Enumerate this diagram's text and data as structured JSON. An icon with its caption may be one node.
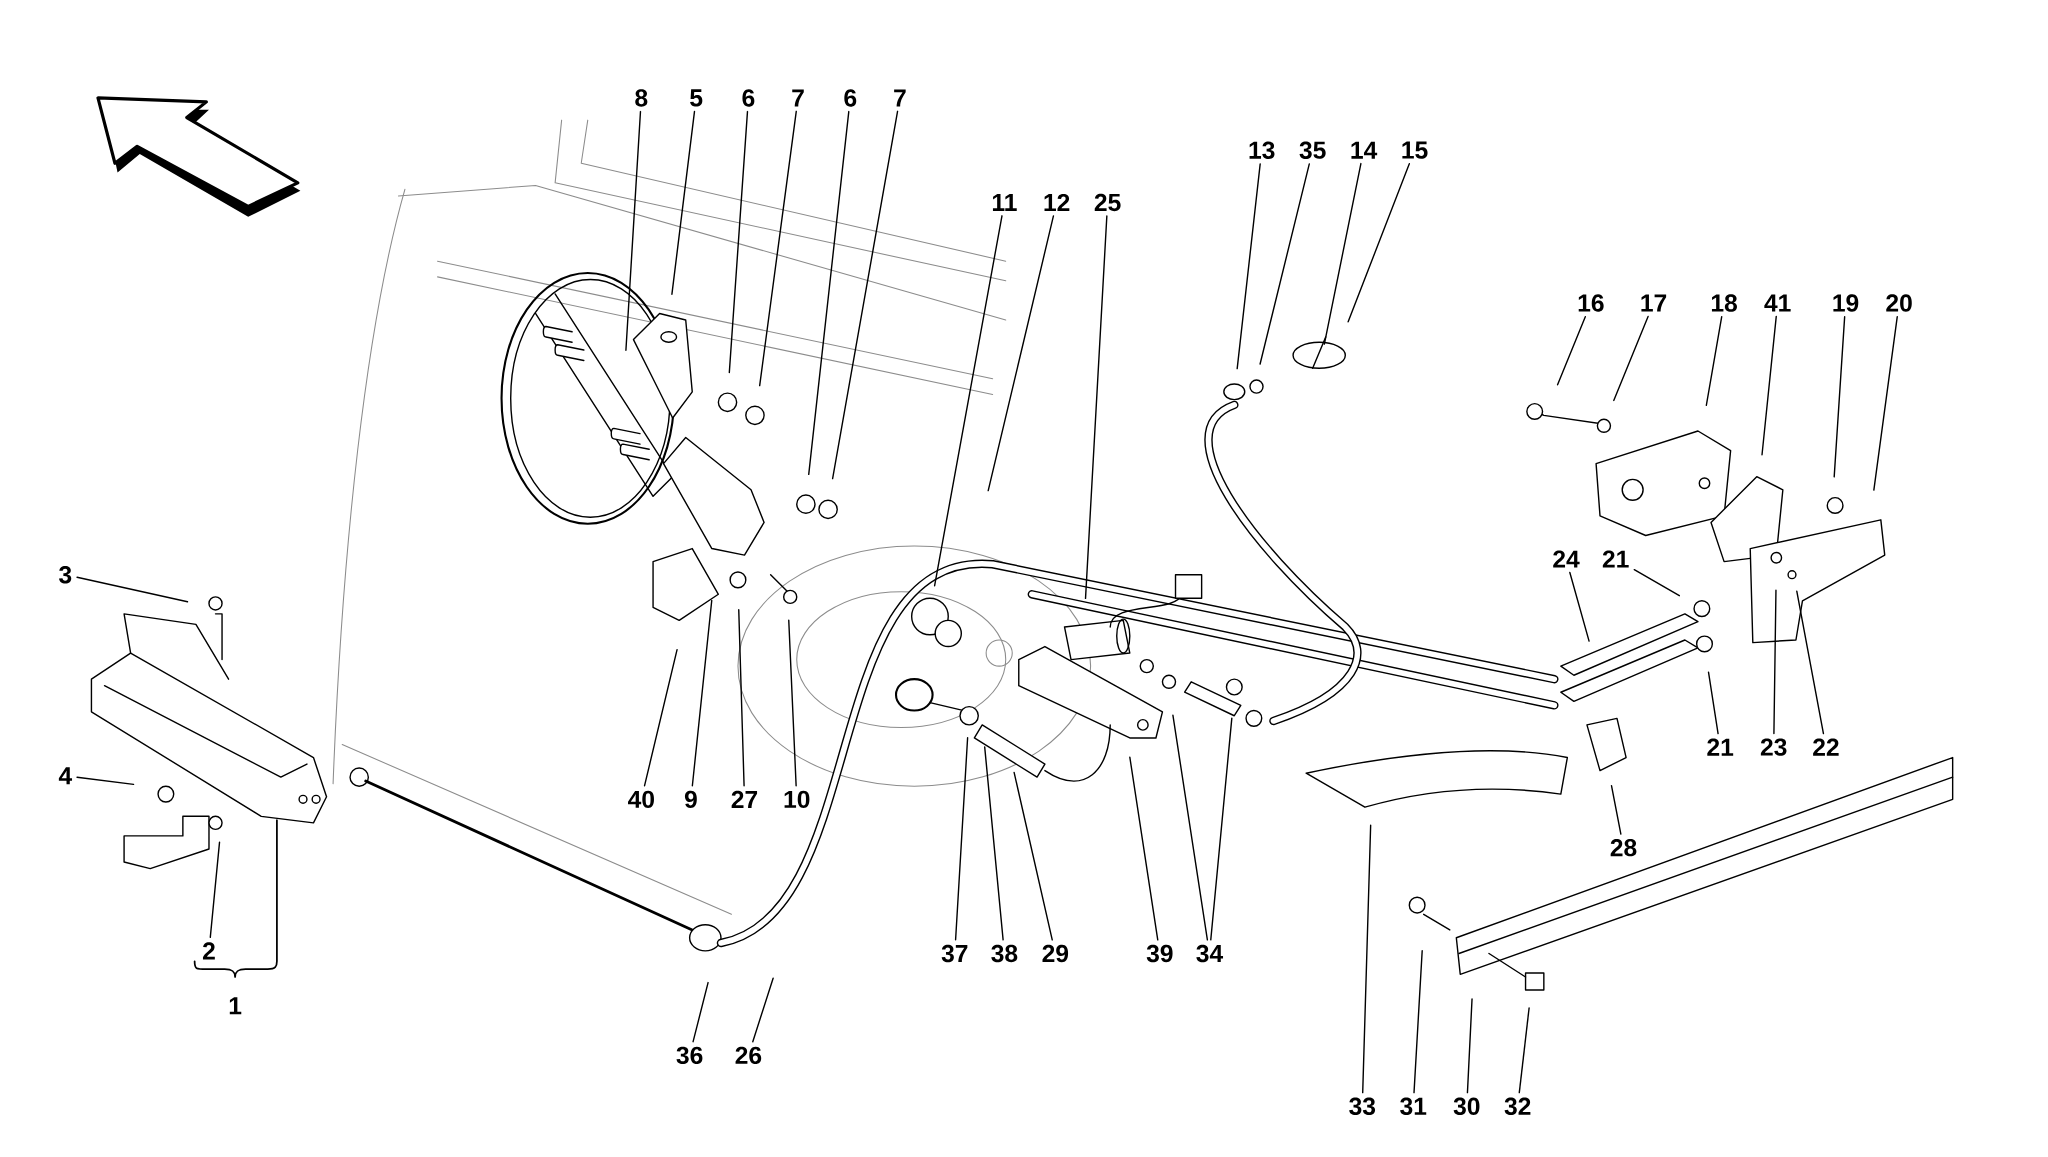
{
  "diagram": {
    "nodes": [
      {
        "text": [
          "8"
        ]
      },
      {
        "text": [
          "5"
        ]
      },
      {
        "text": [
          "6"
        ]
      },
      {
        "text": [
          "7"
        ]
      },
      {
        "text": [
          "6"
        ]
      },
      {
        "text": [
          "7"
        ]
      },
      {
        "text": [
          "11"
        ]
      },
      {
        "text": [
          "12"
        ]
      },
      {
        "text": [
          "25"
        ]
      },
      {
        "text": [
          "13"
        ]
      },
      {
        "text": [
          "35"
        ]
      },
      {
        "text": [
          "14"
        ]
      },
      {
        "text": [
          "15"
        ]
      },
      {
        "text": [
          "16"
        ]
      },
      {
        "text": [
          "17"
        ]
      },
      {
        "text": [
          "18"
        ]
      },
      {
        "text": [
          "41"
        ]
      },
      {
        "text": [
          "19"
        ]
      },
      {
        "text": [
          "20"
        ]
      },
      {
        "text": [
          "3"
        ]
      },
      {
        "text": [
          "24"
        ]
      },
      {
        "text": [
          "21"
        ]
      },
      {
        "text": [
          "4"
        ]
      },
      {
        "text": [
          "40"
        ]
      },
      {
        "text": [
          "9"
        ]
      },
      {
        "text": [
          "27"
        ]
      },
      {
        "text": [
          "10"
        ]
      },
      {
        "text": [
          "21"
        ]
      },
      {
        "text": [
          "23"
        ]
      },
      {
        "text": [
          "22"
        ]
      },
      {
        "text": [
          "28"
        ]
      },
      {
        "text": [
          "2"
        ]
      },
      {
        "text": [
          "37"
        ]
      },
      {
        "text": [
          "38"
        ]
      },
      {
        "text": [
          "29"
        ]
      },
      {
        "text": [
          "39"
        ]
      },
      {
        "text": [
          "34"
        ]
      },
      {
        "text": [
          "1"
        ]
      },
      {
        "text": [
          "36"
        ]
      },
      {
        "text": [
          "26"
        ]
      },
      {
        "text": [
          "33"
        ]
      },
      {
        "text": [
          "31"
        ]
      },
      {
        "text": [
          "30"
        ]
      },
      {
        "text": [
          "32"
        ]
      }
    ],
    "edges": [
      {
        "from": 0,
        "to": null,
        "arrow": "none"
      },
      {
        "from": 1,
        "to": null,
        "arrow": "none"
      },
      {
        "from": 2,
        "to": null,
        "arrow": "none"
      },
      {
        "from": 3,
        "to": null,
        "arrow": "none"
      },
      {
        "from": 4,
        "to": null,
        "arrow": "none"
      },
      {
        "from": 5,
        "to": null,
        "arrow": "none"
      },
      {
        "from": 6,
        "to": null,
        "arrow": "none"
      },
      {
        "from": 7,
        "to": null,
        "arrow": "none"
      },
      {
        "from": 8,
        "to": null,
        "arrow": "none"
      },
      {
        "from": 9,
        "to": null,
        "arrow": "none"
      },
      {
        "from": 10,
        "to": null,
        "arrow": "none"
      },
      {
        "from": 11,
        "to": null,
        "arrow": "none"
      },
      {
        "from": 12,
        "to": null,
        "arrow": "none"
      },
      {
        "from": 13,
        "to": null,
        "arrow": "none"
      },
      {
        "from": 14,
        "to": null,
        "arrow": "none"
      },
      {
        "from": 15,
        "to": null,
        "arrow": "none"
      },
      {
        "from": 16,
        "to": null,
        "arrow": "none"
      },
      {
        "from": 17,
        "to": null,
        "arrow": "none"
      },
      {
        "from": 18,
        "to": null,
        "arrow": "none"
      },
      {
        "from": 19,
        "to": null,
        "arrow": "none"
      },
      {
        "from": 20,
        "to": null,
        "arrow": "none"
      },
      {
        "from": 21,
        "to": null,
        "arrow": "none"
      },
      {
        "from": 22,
        "to": null,
        "arrow": "none"
      },
      {
        "from": 23,
        "to": null,
        "arrow": "none"
      },
      {
        "from": 24,
        "to": null,
        "arrow": "none"
      },
      {
        "from": 25,
        "to": null,
        "arrow": "none"
      },
      {
        "from": 26,
        "to": null,
        "arrow": "none"
      },
      {
        "from": 27,
        "to": null,
        "arrow": "none"
      },
      {
        "from": 28,
        "to": null,
        "arrow": "none"
      },
      {
        "from": 29,
        "to": null,
        "arrow": "none"
      },
      {
        "from": 30,
        "to": null,
        "arrow": "none"
      },
      {
        "from": 31,
        "to": null,
        "arrow": "none"
      },
      {
        "from": 32,
        "to": null,
        "arrow": "none"
      },
      {
        "from": 33,
        "to": null,
        "arrow": "none"
      },
      {
        "from": 34,
        "to": null,
        "arrow": "none"
      },
      {
        "from": 35,
        "to": null,
        "arrow": "none"
      },
      {
        "from": 36,
        "to": null,
        "arrow": "none"
      },
      {
        "from": 36,
        "to": null,
        "arrow": "none"
      },
      {
        "from": 38,
        "to": null,
        "arrow": "none"
      },
      {
        "from": 39,
        "to": null,
        "arrow": "none"
      },
      {
        "from": 40,
        "to": null,
        "arrow": "none"
      },
      {
        "from": 41,
        "to": null,
        "arrow": "none"
      },
      {
        "from": 42,
        "to": null,
        "arrow": "none"
      },
      {
        "from": 43,
        "to": null,
        "arrow": "none"
      }
    ]
  }
}
